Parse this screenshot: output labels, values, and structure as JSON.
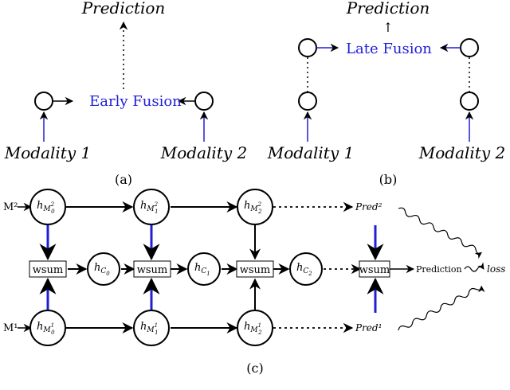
{
  "panel_a": {
    "prediction": "Prediction",
    "fusion": "Early Fusion",
    "modality1": "Modality 1",
    "modality2": "Modality 2",
    "caption": "(a)"
  },
  "panel_b": {
    "prediction": "Prediction",
    "arrow": "↑",
    "fusion": "Late Fusion",
    "modality1": "Modality 1",
    "modality2": "Modality 2",
    "caption": "(b)"
  },
  "panel_c": {
    "input_m2": "M²",
    "input_m1": "M¹",
    "h_m2": [
      "h_{M_0^2}",
      "h_{M_1^2}",
      "h_{M_2^2}"
    ],
    "h_m1": [
      "h_{M_0^1}",
      "h_{M_1^1}",
      "h_{M_2^1}"
    ],
    "h_c": [
      "h_{C_0}",
      "h_{C_1}",
      "h_{C_2}"
    ],
    "wsum": "wsum",
    "pred2": "Pred²",
    "pred1": "Pred¹",
    "prediction": "Prediction",
    "loss": "loss",
    "caption": "(c)"
  },
  "colors": {
    "accent_blue": "#1f1fd6",
    "line": "#000000"
  }
}
